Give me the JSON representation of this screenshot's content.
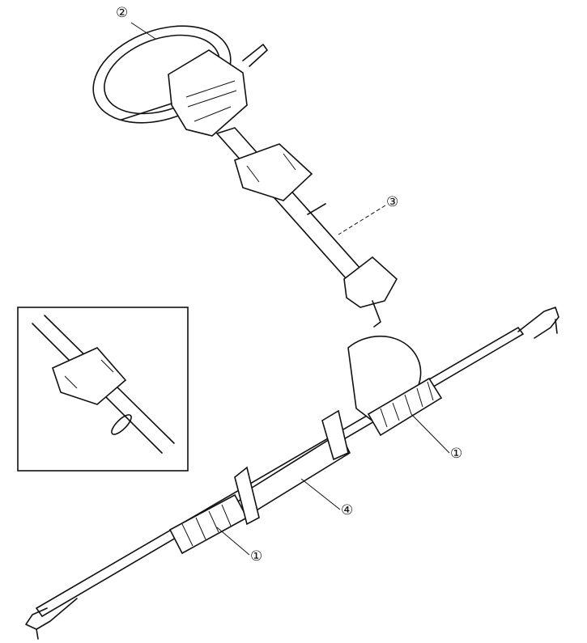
{
  "callouts": {
    "steering_wheel": "②",
    "steering_column": "③",
    "boot_right": "①",
    "rack": "④",
    "boot_left": "①"
  }
}
